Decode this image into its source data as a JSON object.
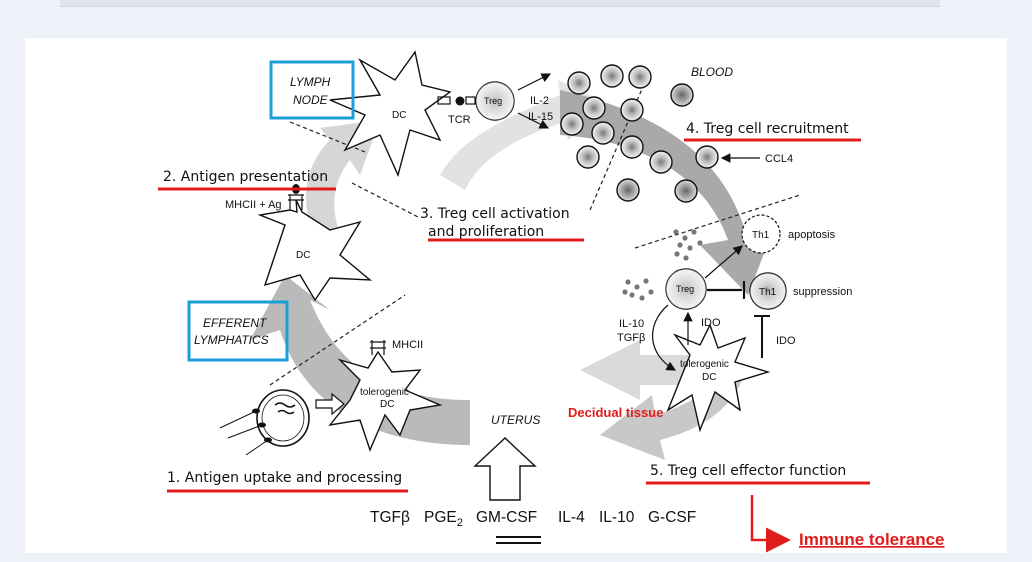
{
  "steps": {
    "s1": "1. Antigen uptake and processing",
    "s2": "2. Antigen presentation",
    "s3_line1": "3. Treg cell activation",
    "s3_line2": "and proliferation",
    "s4": "4. Treg cell recruitment",
    "s5": "5. Treg cell effector function"
  },
  "regions": {
    "lymph_line1": "LYMPH",
    "lymph_line2": "NODE",
    "efferent_line1": "EFFERENT",
    "efferent_line2": "LYMPHATICS",
    "blood": "BLOOD",
    "uterus": "UTERUS",
    "decidual": "Decidual tissue"
  },
  "cells": {
    "dc_top": "DC",
    "dc_mid": "DC",
    "tolerogenic_line1": "tolerogenic",
    "tolerogenic_line2": "DC",
    "treg": "Treg",
    "treg_right": "Treg",
    "th1_dashed": "Th1",
    "th1_solid": "Th1"
  },
  "labels": {
    "tcr": "TCR",
    "il2": "IL-2",
    "il15": "IL-15",
    "ccl4": "CCL4",
    "mhcii_ag": "MHCII + Ag",
    "mhcii": "MHCII",
    "apoptosis": "apoptosis",
    "suppression": "suppression",
    "il10": "IL-10",
    "tgfb": "TGFβ",
    "ido_1": "IDO",
    "ido_2": "IDO"
  },
  "cytokines": [
    "TGFβ",
    "PGE",
    "GM-CSF",
    "IL-4",
    "IL-10",
    "G-CSF"
  ],
  "cytokine_pge_subscript": "2",
  "outcome": "Immune tolerance",
  "colors": {
    "underline": "#e11c1c",
    "box": "#1aa0d8",
    "outcome": "#e11c1c",
    "decidual": "#e11c1c",
    "flow_arrow": "#b0b0b0"
  }
}
